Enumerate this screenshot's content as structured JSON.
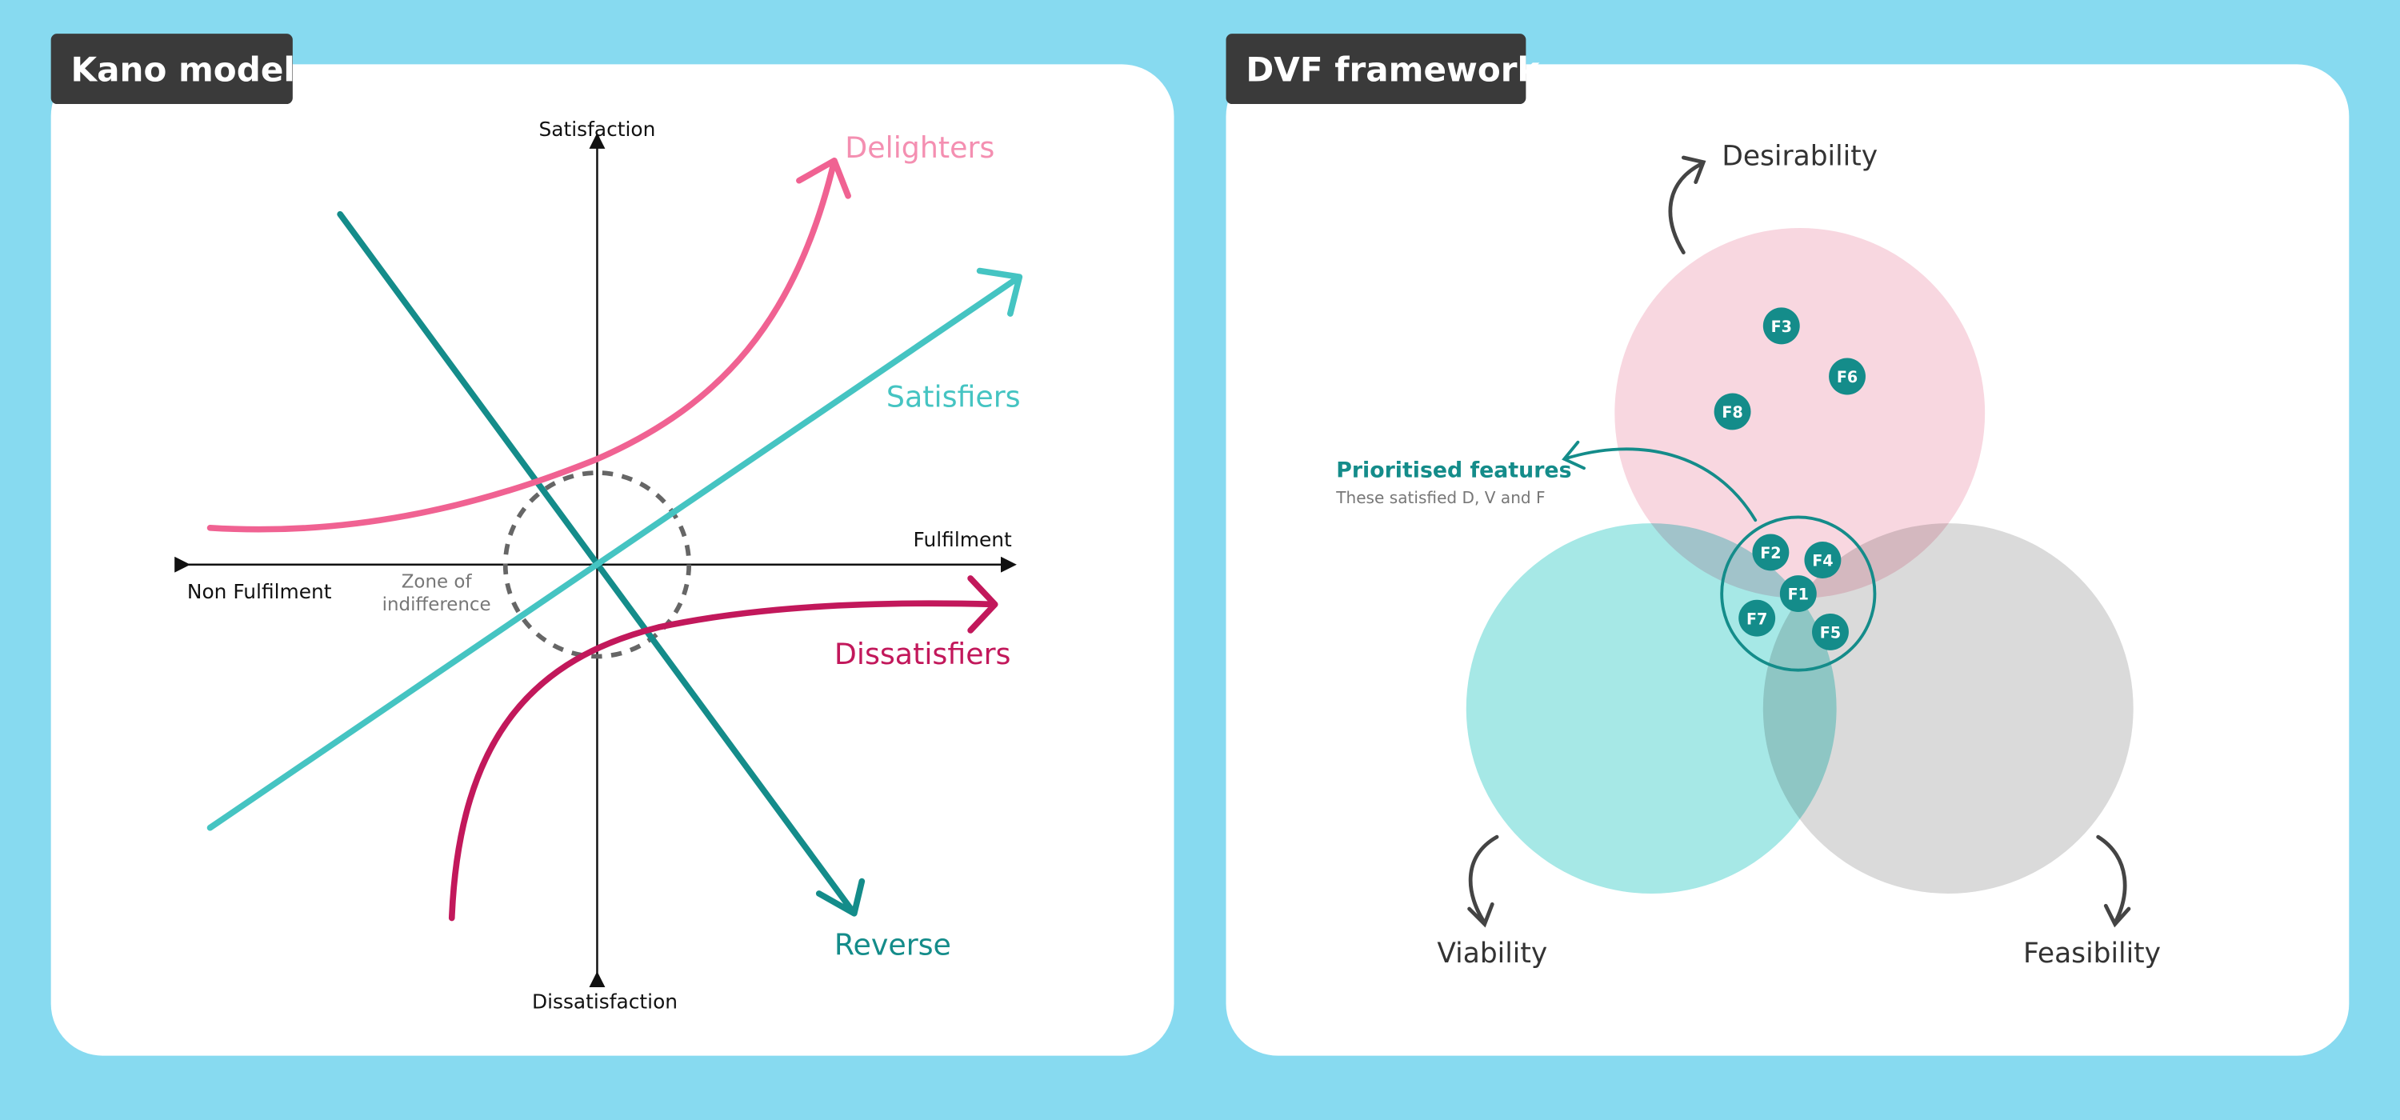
{
  "kano": {
    "title": "Kano model",
    "axes": {
      "top": "Satisfaction",
      "bottom": "Dissatisfaction",
      "right": "Fulfilment",
      "left": "Non Fulfilment"
    },
    "zone": [
      "Zone of",
      "indifference"
    ],
    "curves": {
      "delighters": "Delighters",
      "satisfiers": "Satisfiers",
      "dissatisfiers": "Dissatisfiers",
      "reverse": "Reverse"
    },
    "colors": {
      "delighters": "#F06292",
      "satisfiers": "#45C4C2",
      "dissatisfiers": "#C2185B",
      "reverse": "#148C8A"
    }
  },
  "dvf": {
    "title": "DVF framework",
    "sets": {
      "desirability": "Desirability",
      "viability": "Viability",
      "feasibility": "Feasibility"
    },
    "callout": {
      "title": "Prioritised features",
      "subtitle": "These satisfied D, V and F"
    },
    "features": {
      "F1": "F1",
      "F2": "F2",
      "F3": "F3",
      "F4": "F4",
      "F5": "F5",
      "F6": "F6",
      "F7": "F7",
      "F8": "F8"
    }
  }
}
